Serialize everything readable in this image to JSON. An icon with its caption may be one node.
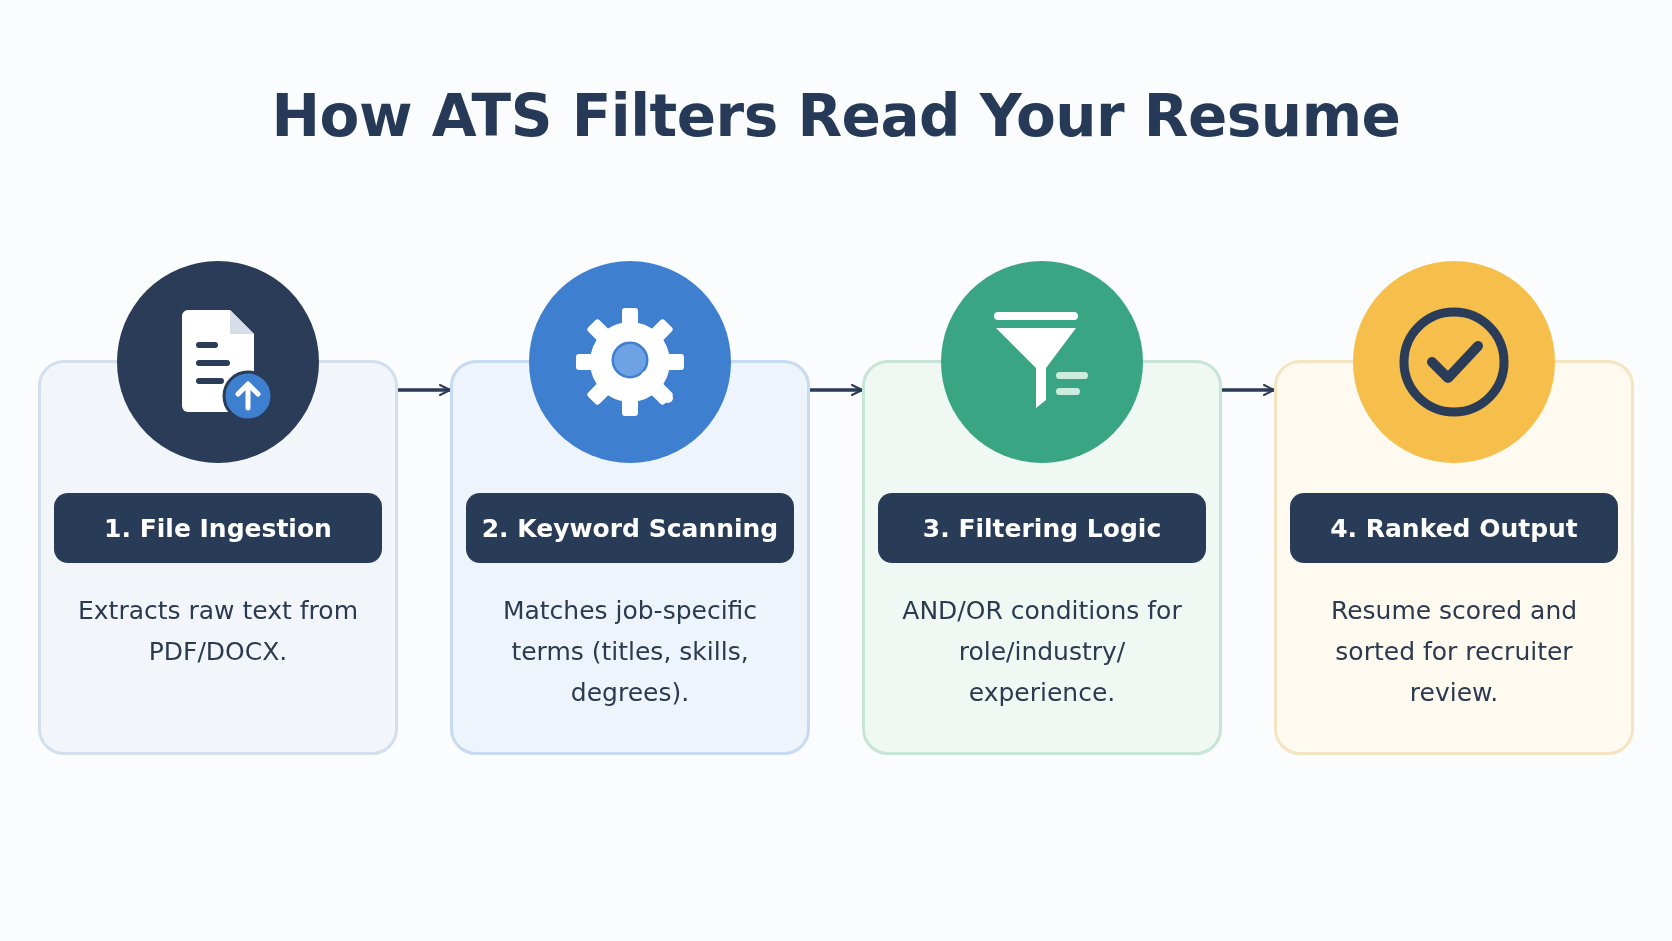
{
  "diagram": {
    "title": "How **ATS Filters** Read Your Resume",
    "nodes": [
      {
        "text": [
          "1. File Ingestion",
          "Extracts raw text from PDF/DOCX."
        ]
      },
      {
        "text": [
          "2. Keyword Scanning",
          "Matches job-specific terms (titles, skills, degrees)."
        ]
      },
      {
        "text": [
          "3. Filtering Logic",
          "AND/OR conditions for role/industry/ experience."
        ]
      },
      {
        "text": [
          "4. Ranked Output",
          "Resume scored and sorted for recruiter review."
        ]
      }
    ],
    "edges": [
      {
        "from": 0,
        "to": 1,
        "arrow": "to"
      },
      {
        "from": 1,
        "to": 2,
        "arrow": "to"
      },
      {
        "from": 2,
        "to": 3,
        "arrow": "to"
      }
    ]
  }
}
